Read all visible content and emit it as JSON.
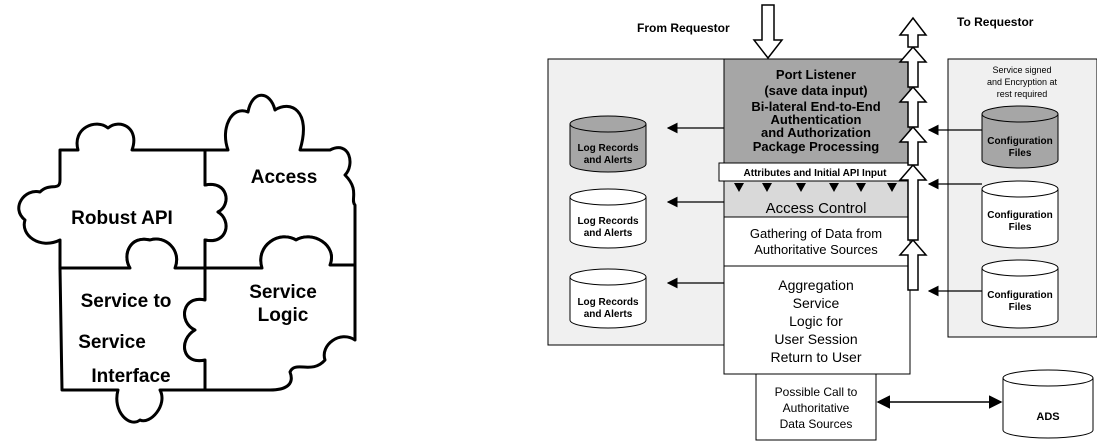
{
  "puzzle": {
    "pieces": [
      {
        "lines": [
          "Robust API"
        ]
      },
      {
        "lines": [
          "Access"
        ]
      },
      {
        "lines": [
          "Service to",
          "Service",
          "Interface"
        ]
      },
      {
        "lines": [
          "Service",
          "Logic"
        ]
      }
    ]
  },
  "flow": {
    "from_requestor": "From Requestor",
    "to_requestor": "To Requestor",
    "port_listener": [
      "Port Listener",
      "(save data input)",
      "Bi-lateral End-to-End",
      "Authentication",
      "and Authorization",
      "Package Processing"
    ],
    "attributes_bar": "Attributes and Initial API Input",
    "access_control": "Access Control",
    "gathering": [
      "Gathering of Data from",
      "Authoritative Sources"
    ],
    "aggregation": [
      "Aggregation",
      "Service",
      "Logic for",
      "User Session",
      "Return to User"
    ],
    "possible_call": [
      "Possible Call to",
      "Authoritative",
      "Data Sources"
    ],
    "ads": "ADS",
    "right_note": [
      "Service signed",
      "and Encryption at",
      "rest required"
    ],
    "log_records": [
      [
        "Log Records",
        "and Alerts"
      ],
      [
        "Log Records",
        "and Alerts"
      ],
      [
        "Log Records",
        "and Alerts"
      ]
    ],
    "config_files": [
      [
        "Configuration",
        "Files"
      ],
      [
        "Configuration",
        "Files"
      ],
      [
        "Configuration",
        "Files"
      ]
    ]
  },
  "colors": {
    "dark_gray": "#a6a6a6",
    "light_gray": "#d9d9d9",
    "panel_gray": "#f0f0f0"
  }
}
